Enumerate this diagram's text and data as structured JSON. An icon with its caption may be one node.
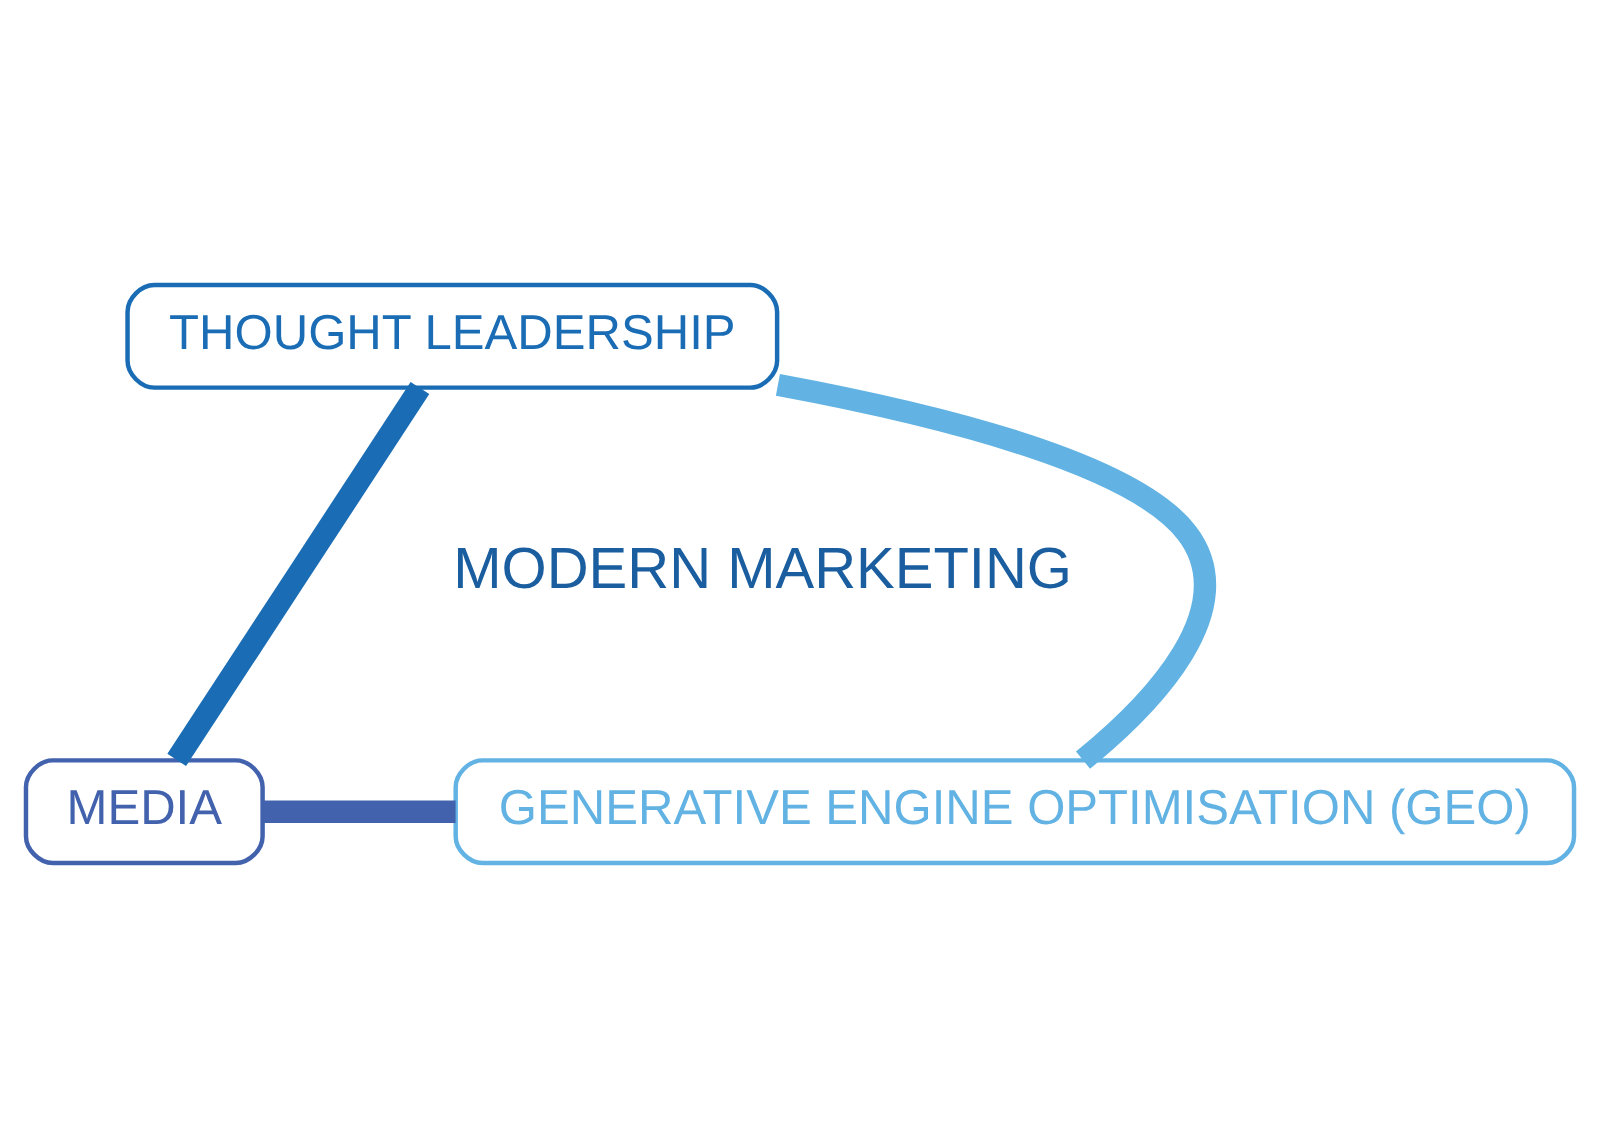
{
  "diagram": {
    "nodes": [
      {
        "text": [
          "THOUGHT LEADERSHIP"
        ]
      },
      {
        "text": [
          "MEDIA"
        ]
      },
      {
        "text": [
          "GENERATIVE ENGINE OPTIMISATION (GEO)"
        ]
      }
    ],
    "edges": [
      {
        "from": 0,
        "to": 1,
        "arrow": "none",
        "color": "#1a6db5"
      },
      {
        "from": 1,
        "to": 2,
        "arrow": "none",
        "color": "#4262ad"
      },
      {
        "from": 2,
        "to": 0,
        "arrow": "none",
        "color": "#62b3e3"
      }
    ],
    "labels": [
      "MODERN MARKETING"
    ]
  }
}
